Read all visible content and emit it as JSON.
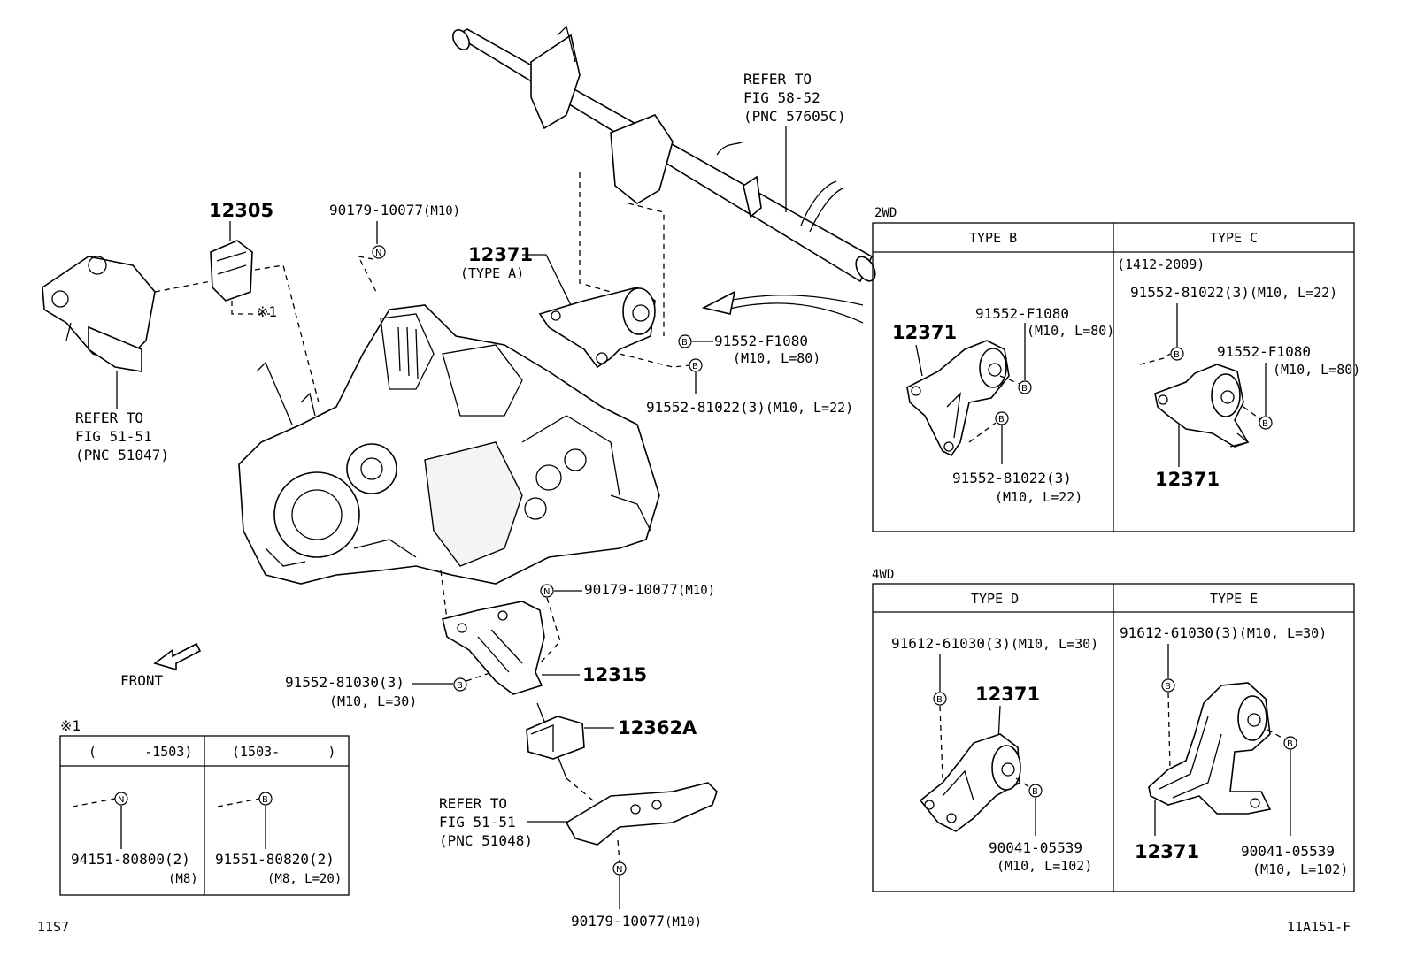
{
  "labels": {
    "refer_fig5852": [
      "REFER TO",
      "FIG 58-52",
      "(PNC 57605C)"
    ],
    "refer_fig5151_top": [
      "REFER TO",
      "FIG 51-51",
      "(PNC 51047)"
    ],
    "refer_fig5151_bottom": [
      "REFER TO",
      "FIG 51-51",
      "(PNC 51048)"
    ],
    "p12305": "12305",
    "p90179_top": "90179-10077",
    "m10": "(M10)",
    "p12371_main": "12371",
    "type_a": "(TYPE A)",
    "note1": "※1",
    "p91552_f1080": "91552-F1080",
    "m10_l80": "(M10, L=80)",
    "p91552_81022_main": "91552-81022(3)",
    "m10_l22": "(M10, L=22)",
    "p90179_mid": "90179-10077",
    "p12315": "12315",
    "p91552_81030": "91552-81030(3)",
    "m10_l30": "(M10, L=30)",
    "p12362a": "12362A",
    "p90179_bottom": "90179-10077",
    "front": "FRONT",
    "code_left": "11S7",
    "code_right": "11A151-F",
    "circle_n": "N",
    "circle_b": "B"
  },
  "note_table": {
    "title": "※1",
    "col1_header": "(      -1503)",
    "col2_header": "(1503-      )",
    "col1_part": "94151-80800(2)",
    "col1_spec": "(M8)",
    "col2_part": "91551-80820(2)",
    "col2_spec": "(M8, L=20)"
  },
  "box_2wd": {
    "title": "2WD",
    "type_b": "TYPE B",
    "type_c": "TYPE C",
    "b_part1": "91552-F1080",
    "b_spec1": "(M10, L=80)",
    "b_main": "12371",
    "b_part2": "91552-81022(3)",
    "b_spec2": "(M10, L=22)",
    "c_date": "(1412-2009)",
    "c_part1": "91552-81022(3)",
    "c_spec1": "(M10, L=22)",
    "c_part2": "91552-F1080",
    "c_spec2": "(M10, L=80)",
    "c_main": "12371"
  },
  "box_4wd": {
    "title": "4WD",
    "type_d": "TYPE D",
    "type_e": "TYPE E",
    "d_part1": "91612-61030(3)",
    "d_spec1": "(M10, L=30)",
    "d_main": "12371",
    "d_part2": "90041-05539",
    "d_spec2": "(M10, L=102)",
    "e_part1": "91612-61030(3)",
    "e_spec1": "(M10, L=30)",
    "e_main": "12371",
    "e_part2": "90041-05539",
    "e_spec2": "(M10, L=102)"
  }
}
